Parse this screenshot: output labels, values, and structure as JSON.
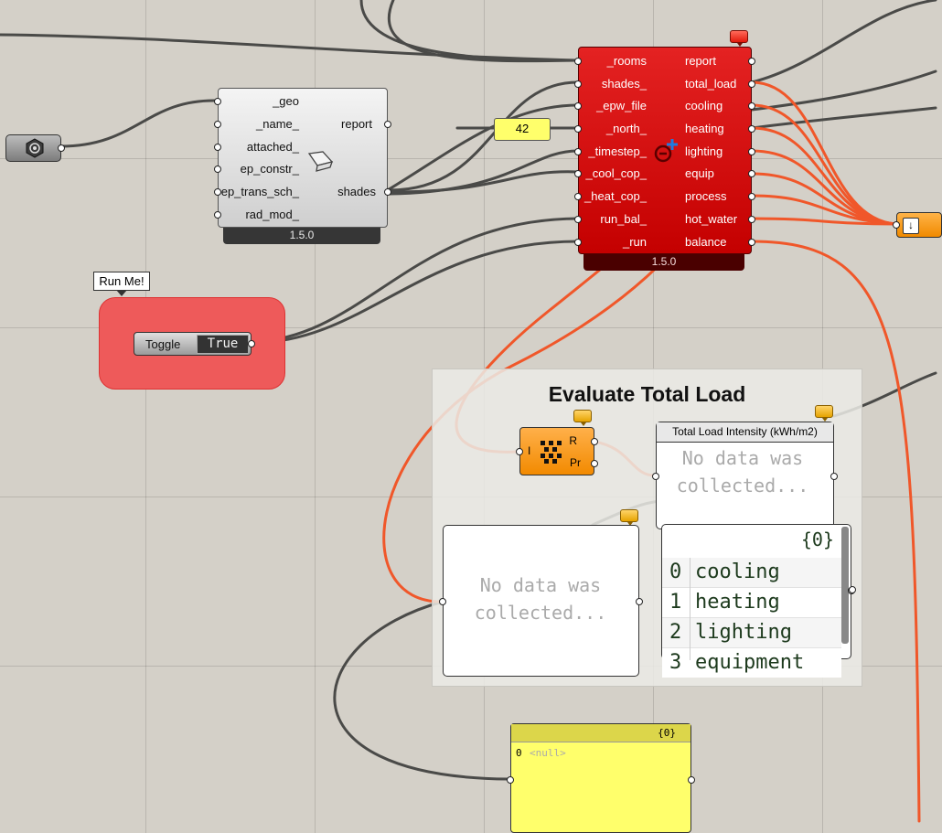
{
  "shade_component": {
    "inputs": [
      "_geo",
      "_name_",
      "attached_",
      "ep_constr_",
      "ep_trans_sch_",
      "rad_mod_"
    ],
    "outputs": [
      "report",
      "shades"
    ],
    "version": "1.5.0",
    "icon": "shade-icon"
  },
  "energy_component": {
    "inputs": [
      "_rooms",
      "shades_",
      "_epw_file",
      "_north_",
      "_timestep_",
      "_cool_cop_",
      "_heat_cop_",
      "run_bal_",
      "_run"
    ],
    "outputs": [
      "report",
      "total_load",
      "cooling",
      "heating",
      "lighting",
      "equip",
      "process",
      "hot_water",
      "balance"
    ],
    "version": "1.5.0",
    "icon": "energy-balance-icon"
  },
  "number_panel": {
    "value": "42"
  },
  "scribble": {
    "text": "Run Me!"
  },
  "toggle": {
    "label": "Toggle",
    "value": "True"
  },
  "group": {
    "title": "Evaluate Total Load"
  },
  "item_component": {
    "input": "I",
    "outputs": [
      "R",
      "Pr"
    ]
  },
  "total_load_panel": {
    "title": "Total Load Intensity (kWh/m2)",
    "text": "No data was collected..."
  },
  "left_panel": {
    "text": "No data was collected..."
  },
  "list_panel": {
    "path": "{0}",
    "items": [
      {
        "index": "0",
        "value": "cooling"
      },
      {
        "index": "1",
        "value": "heating"
      },
      {
        "index": "2",
        "value": "lighting"
      },
      {
        "index": "3",
        "value": "equipment"
      }
    ]
  },
  "yellow_panel": {
    "path": "{0}",
    "index": "0",
    "value": "<null>"
  },
  "colors": {
    "wire": "#4a4a48",
    "selected_wire": "#f0572a",
    "component_red": "#d10a0a",
    "panel_yellow": "#ffff6b"
  }
}
